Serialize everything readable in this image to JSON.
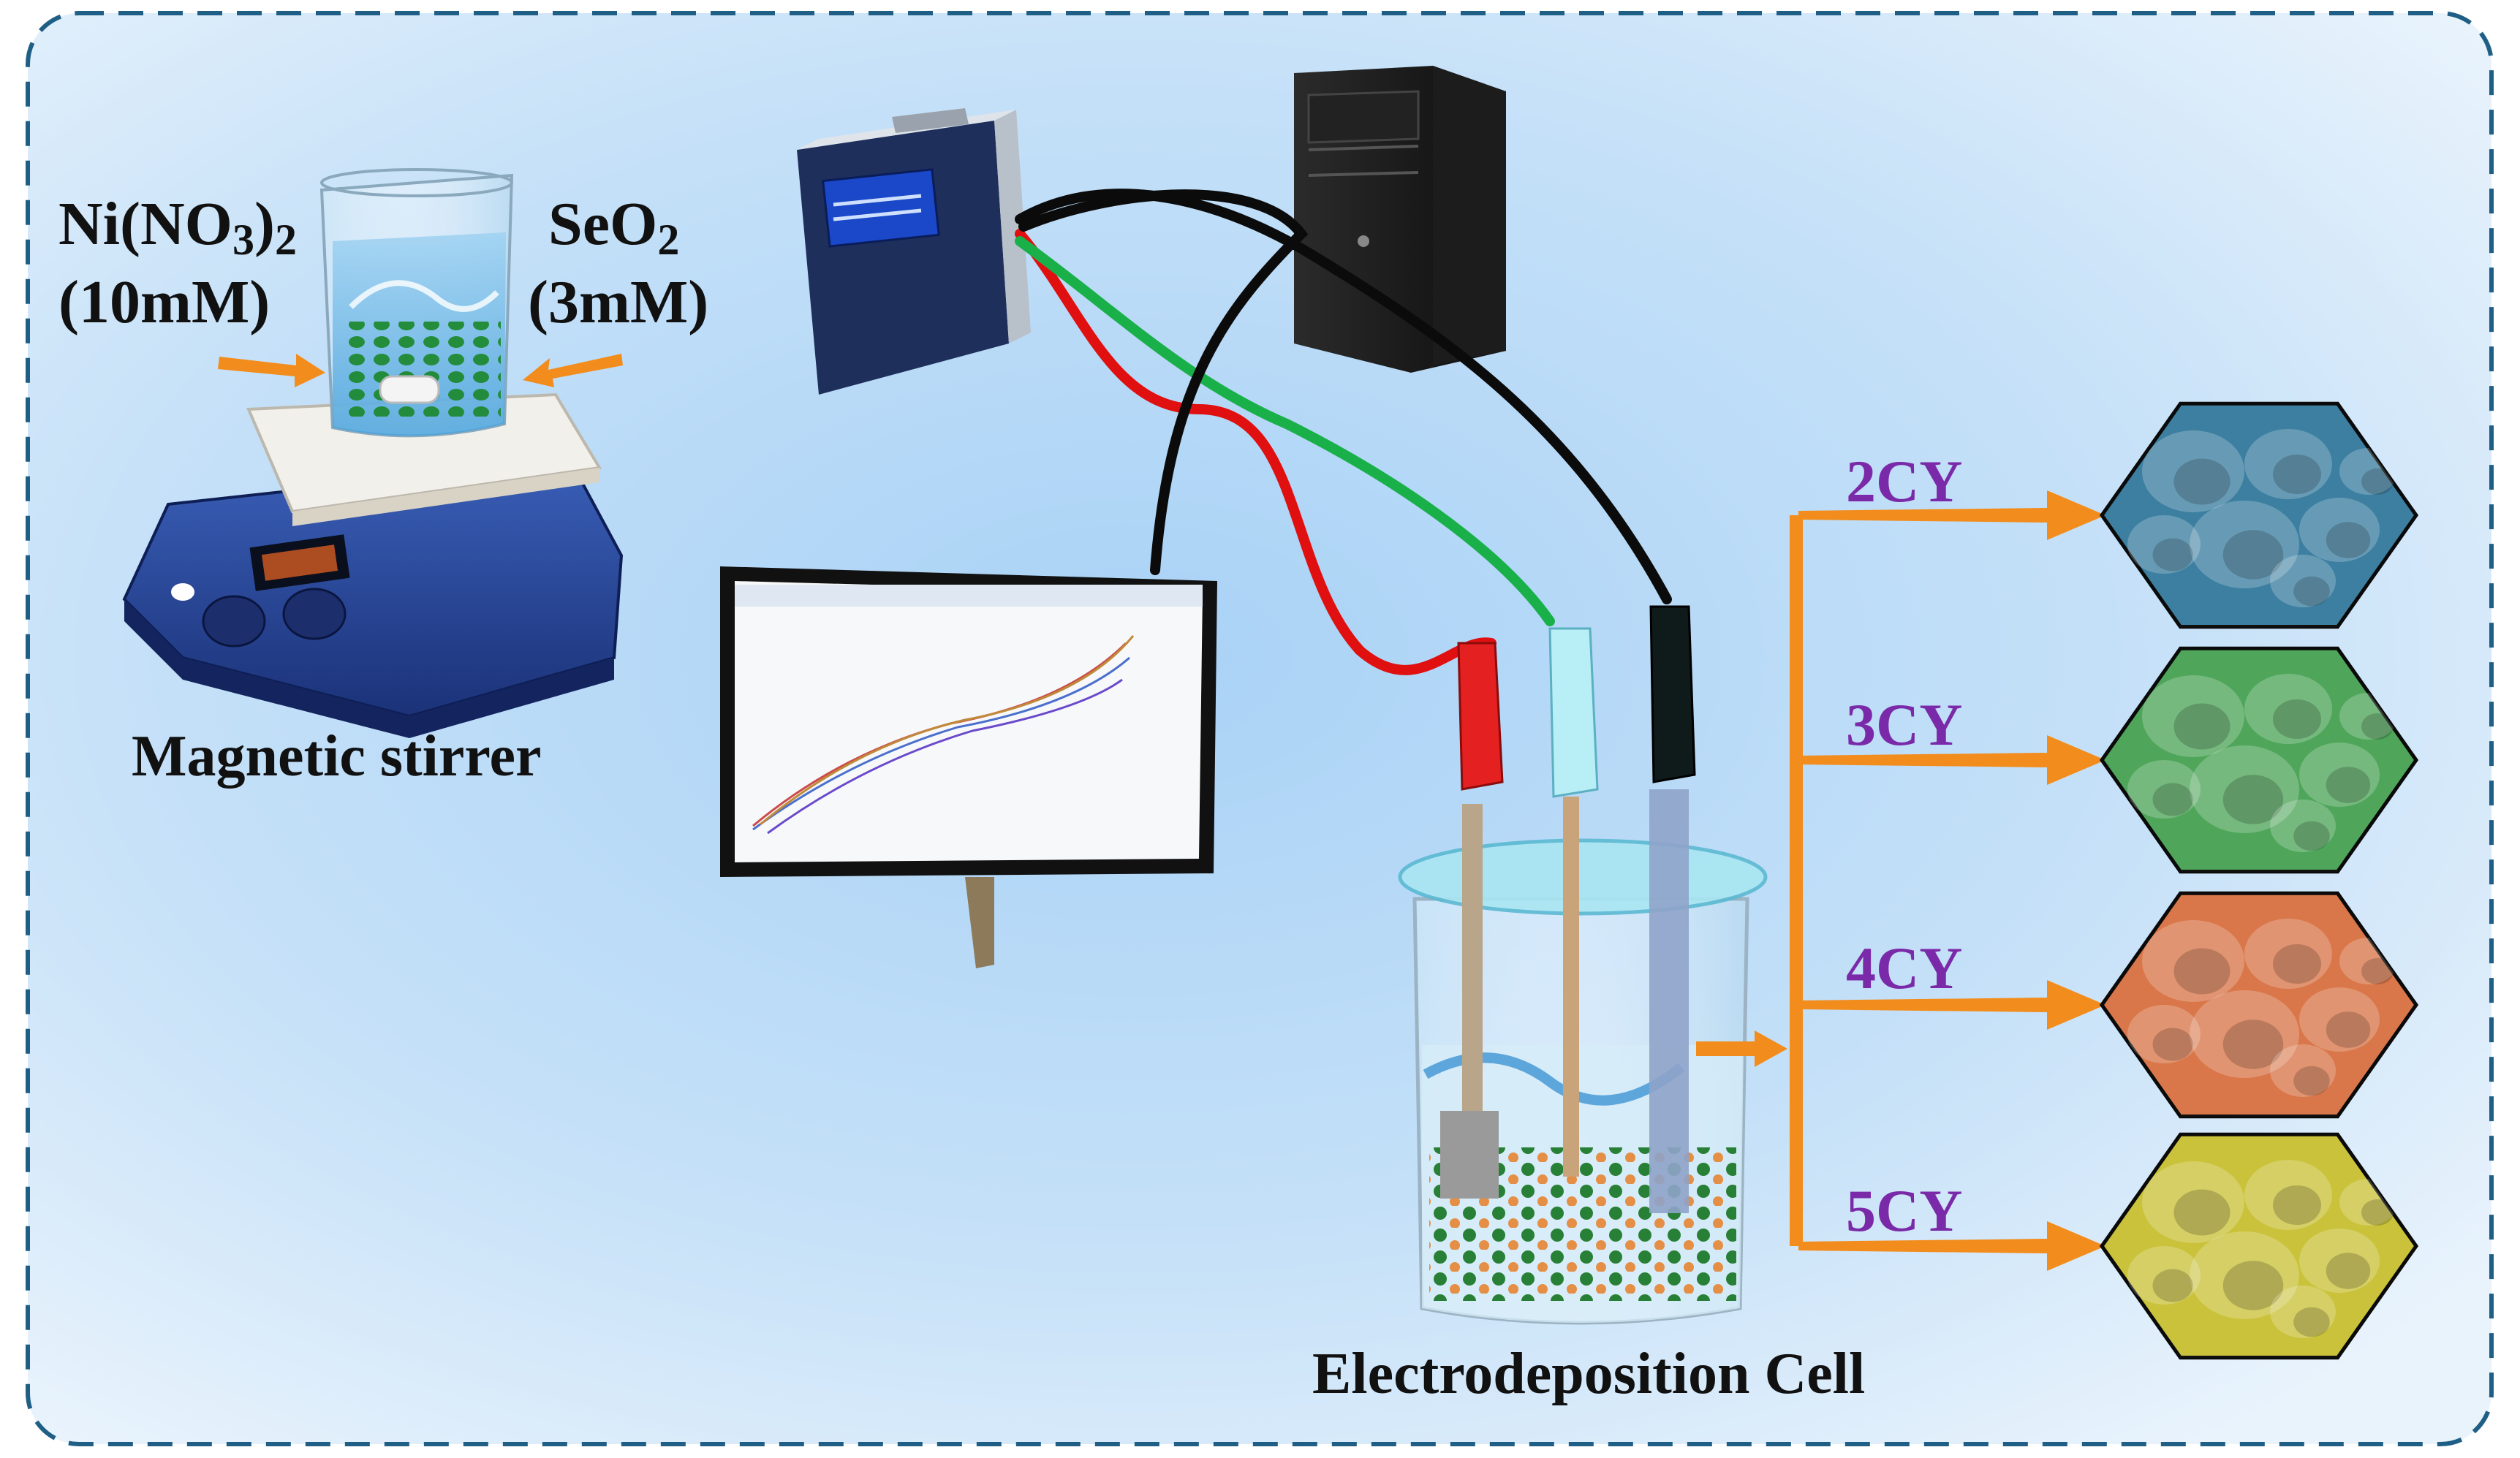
{
  "reagents": {
    "left": {
      "formula": "Ni(NO",
      "sub1": "3",
      "close": ")",
      "sub2": "2",
      "conc": "(10mM)"
    },
    "right": {
      "formula": "SeO",
      "sub": "2",
      "conc": "(3mM)"
    }
  },
  "captions": {
    "stirrer": "Magnetic stirrer",
    "cell": "Electrodeposition Cell"
  },
  "cycles": [
    "2CY",
    "3CY",
    "4CY",
    "5CY"
  ],
  "colors": {
    "border": "#1f5f86",
    "arrow": "#f28c1c",
    "cycle_label": "#7a2aa8",
    "wire_red": "#e01010",
    "wire_green": "#19b04a",
    "wire_black": "#0b0b0b",
    "sem_tints": [
      "#3d7fa0",
      "#4fa65a",
      "#d9774a",
      "#c9c23a"
    ]
  },
  "icons": [
    "beaker-icon",
    "hotplate-icon",
    "potentiostat-icon",
    "computer-tower-icon",
    "monitor-icon",
    "electrode-clip-icon",
    "electrochemical-cell-icon",
    "sem-hexagon-icon"
  ]
}
